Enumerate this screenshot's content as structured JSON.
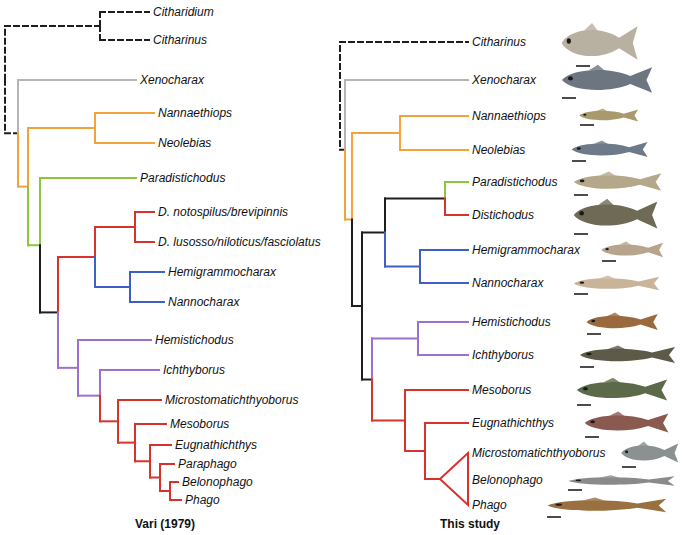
{
  "diagram": {
    "labels": [
      "Citharidium",
      "Citharinus",
      "Xenocharax",
      "Nannaethiops",
      "Neolebias",
      "Paradistichodus",
      "D. notospilus/brevipinnis",
      "D. lusosso/niloticus/fasciolatus",
      "Hemigrammocharax",
      "Nannocharax",
      "Hemistichodus",
      "Ichthyborus",
      "Microstomatichthyoborus",
      "Mesoborus",
      "Eugnathichthys",
      "Paraphago",
      "Belonophago",
      "Phago",
      "Vari (1979)",
      "Citharinus",
      "Xenocharax",
      "Nannaethiops",
      "Neolebias",
      "Paradistichodus",
      "Distichodus",
      "Hemigrammocharax",
      "Nannocharax",
      "Hemistichodus",
      "Ichthyborus",
      "Mesoborus",
      "Eugnathichthys",
      "Microstomatichthyoborus",
      "Belonophago",
      "Phago",
      "This study"
    ]
  }
}
